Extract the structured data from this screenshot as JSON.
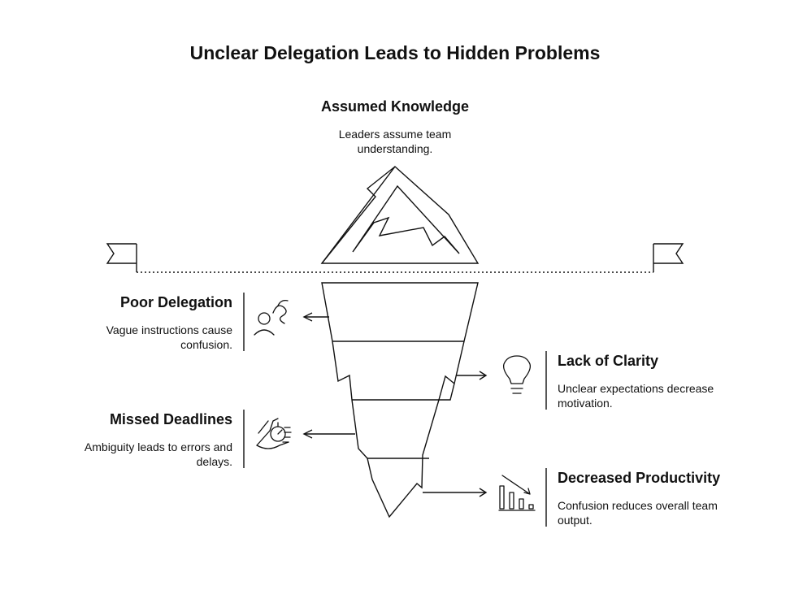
{
  "title": "Unclear Delegation Leads to Hidden Problems",
  "top": {
    "heading": "Assumed Knowledge",
    "description": "Leaders assume team understanding."
  },
  "items": [
    {
      "heading": "Poor Delegation",
      "description": "Vague instructions cause confusion.",
      "icon": "person-confused-icon"
    },
    {
      "heading": "Lack of Clarity",
      "description": "Unclear expectations decrease motivation.",
      "icon": "lightbulb-icon"
    },
    {
      "heading": "Missed Deadlines",
      "description": "Ambiguity leads to errors and delays.",
      "icon": "hand-stopwatch-icon"
    },
    {
      "heading": "Decreased Productivity",
      "description": "Confusion reduces overall team output.",
      "icon": "declining-bar-chart-icon"
    }
  ]
}
